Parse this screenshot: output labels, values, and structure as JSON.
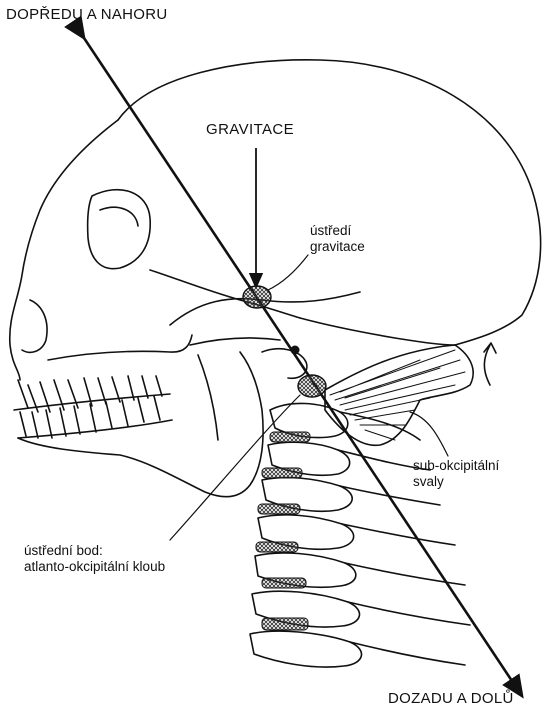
{
  "labels": {
    "forward_up": "DOPŘEDU A NAHORU",
    "gravity": "GRAVITACE",
    "center_of_gravity": [
      "ústředí",
      "gravitace"
    ],
    "suboccipital_muscles": [
      "sub-okcipitální",
      "svaly"
    ],
    "pivot_point": [
      "ústřední bod:",
      "atlanto-okcipitální kloub"
    ],
    "backward_down": "DOZADU A DOLŮ"
  },
  "colors": {
    "ink": "#111111",
    "background": "#ffffff",
    "hatch": "#333333"
  }
}
